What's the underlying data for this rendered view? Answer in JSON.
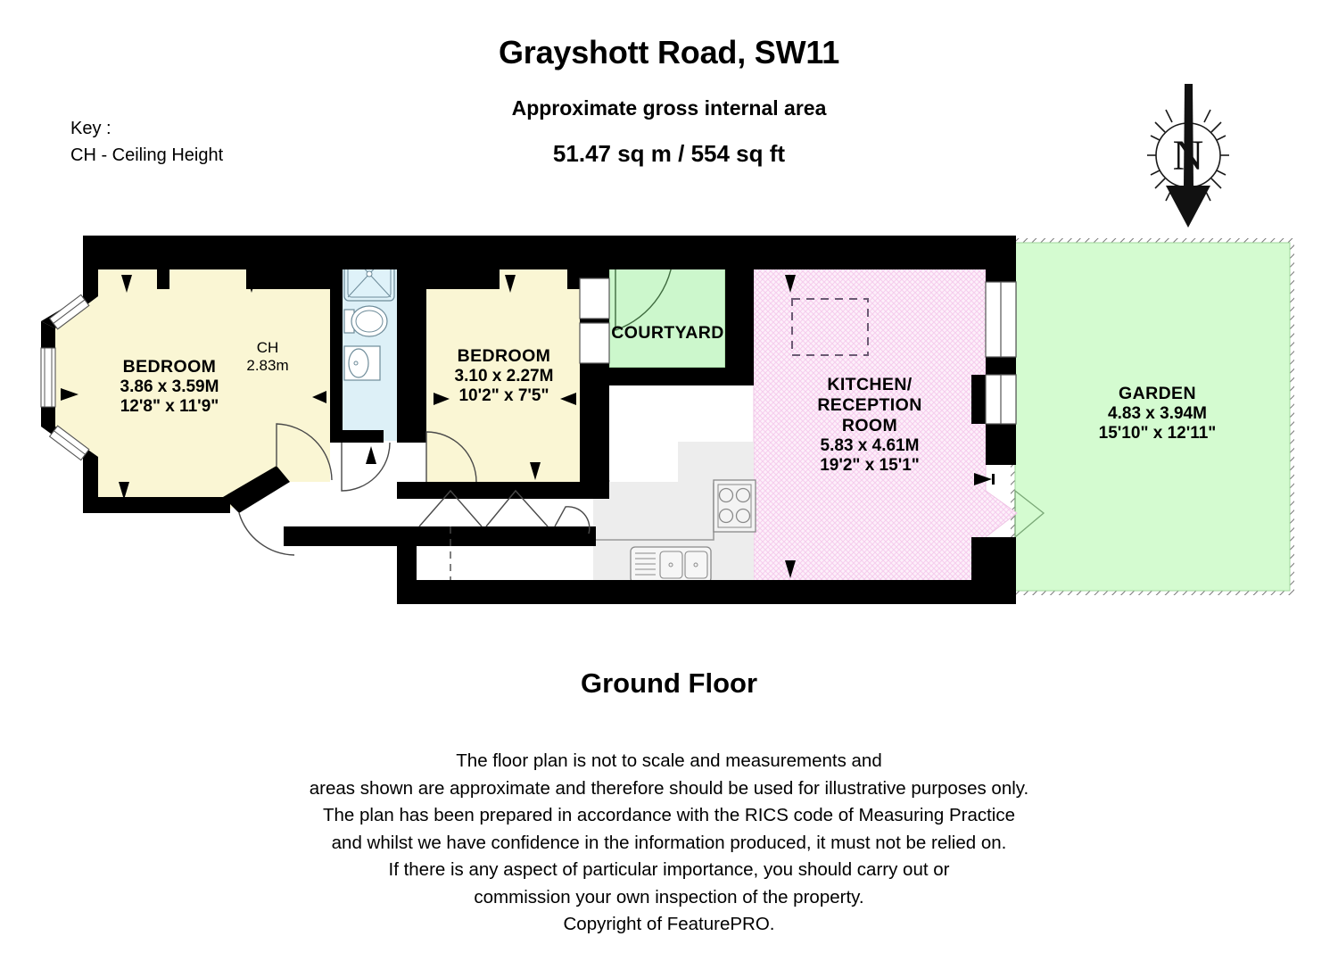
{
  "header": {
    "title": "Grayshott Road, SW11",
    "subtitle": "Approximate gross internal area",
    "area": "51.47 sq m /  554 sq ft"
  },
  "key": {
    "heading": "Key :",
    "line": "CH - Ceiling Height"
  },
  "compass": {
    "letter": "N",
    "icon": "compass-north-icon"
  },
  "floor_label": "Ground Floor",
  "rooms": [
    {
      "id": "bedroom-1",
      "name": "BEDROOM",
      "dim_metric": "3.86 x 3.59M",
      "dim_imperial": "12'8\" x 11'9\"",
      "fill": "#faf6d4"
    },
    {
      "id": "bedroom-2",
      "name": "BEDROOM",
      "dim_metric": "3.10 x 2.27M",
      "dim_imperial": "10'2\" x 7'5\"",
      "fill": "#faf6d4"
    },
    {
      "id": "courtyard",
      "name": "COURTYARD",
      "dim_metric": "",
      "dim_imperial": "",
      "fill": "#ccf7cc"
    },
    {
      "id": "kitchen-reception",
      "name": "KITCHEN/\nRECEPTION\nROOM",
      "name_line1": "KITCHEN/",
      "name_line2": "RECEPTION",
      "name_line3": "ROOM",
      "dim_metric": "5.83 x 4.61M",
      "dim_imperial": "19'2\" x 15'1\"",
      "fill": "#fbe0f5"
    },
    {
      "id": "garden",
      "name": "GARDEN",
      "dim_metric": "4.83 x 3.94M",
      "dim_imperial": "15'10\" x 12'11\"",
      "fill": "#d4fbd0"
    }
  ],
  "annotations": {
    "ceiling_height_label": "CH",
    "ceiling_height_value": "2.83m"
  },
  "disclaimer": [
    "The floor plan is not to scale and measurements and",
    "areas shown are approximate and therefore should be used for illustrative purposes only.",
    "The plan has been prepared in accordance with the RICS code of Measuring Practice",
    "and whilst we have confidence in the information produced, it must not be relied on.",
    "If there is any aspect of particular importance, you should carry out or",
    "commission your own inspection of the property.",
    "Copyright of FeaturePRO."
  ],
  "colors": {
    "wall": "#000000",
    "bedroom_fill": "#faf6d4",
    "bathroom_fill": "#ddf0f7",
    "kitchen_fill": "#fbe0f5",
    "garden_fill": "#d4fbd0",
    "courtyard_fill": "#ccf7cc",
    "hall_fill": "#ededed"
  }
}
